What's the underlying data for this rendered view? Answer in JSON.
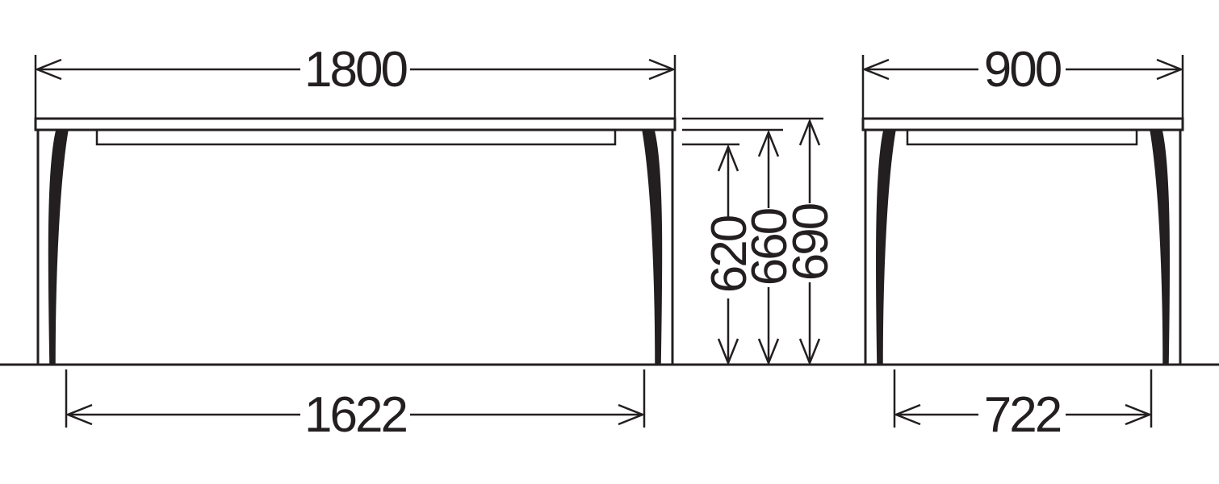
{
  "dimensions": {
    "overall_width": "1800",
    "overall_depth": "900",
    "inner_width_between_legs": "1622",
    "inner_depth_between_legs": "722",
    "height_under_apron": "620",
    "height_under_top": "660",
    "overall_height": "690"
  },
  "colors": {
    "line": "#231f20",
    "background": "#ffffff"
  }
}
